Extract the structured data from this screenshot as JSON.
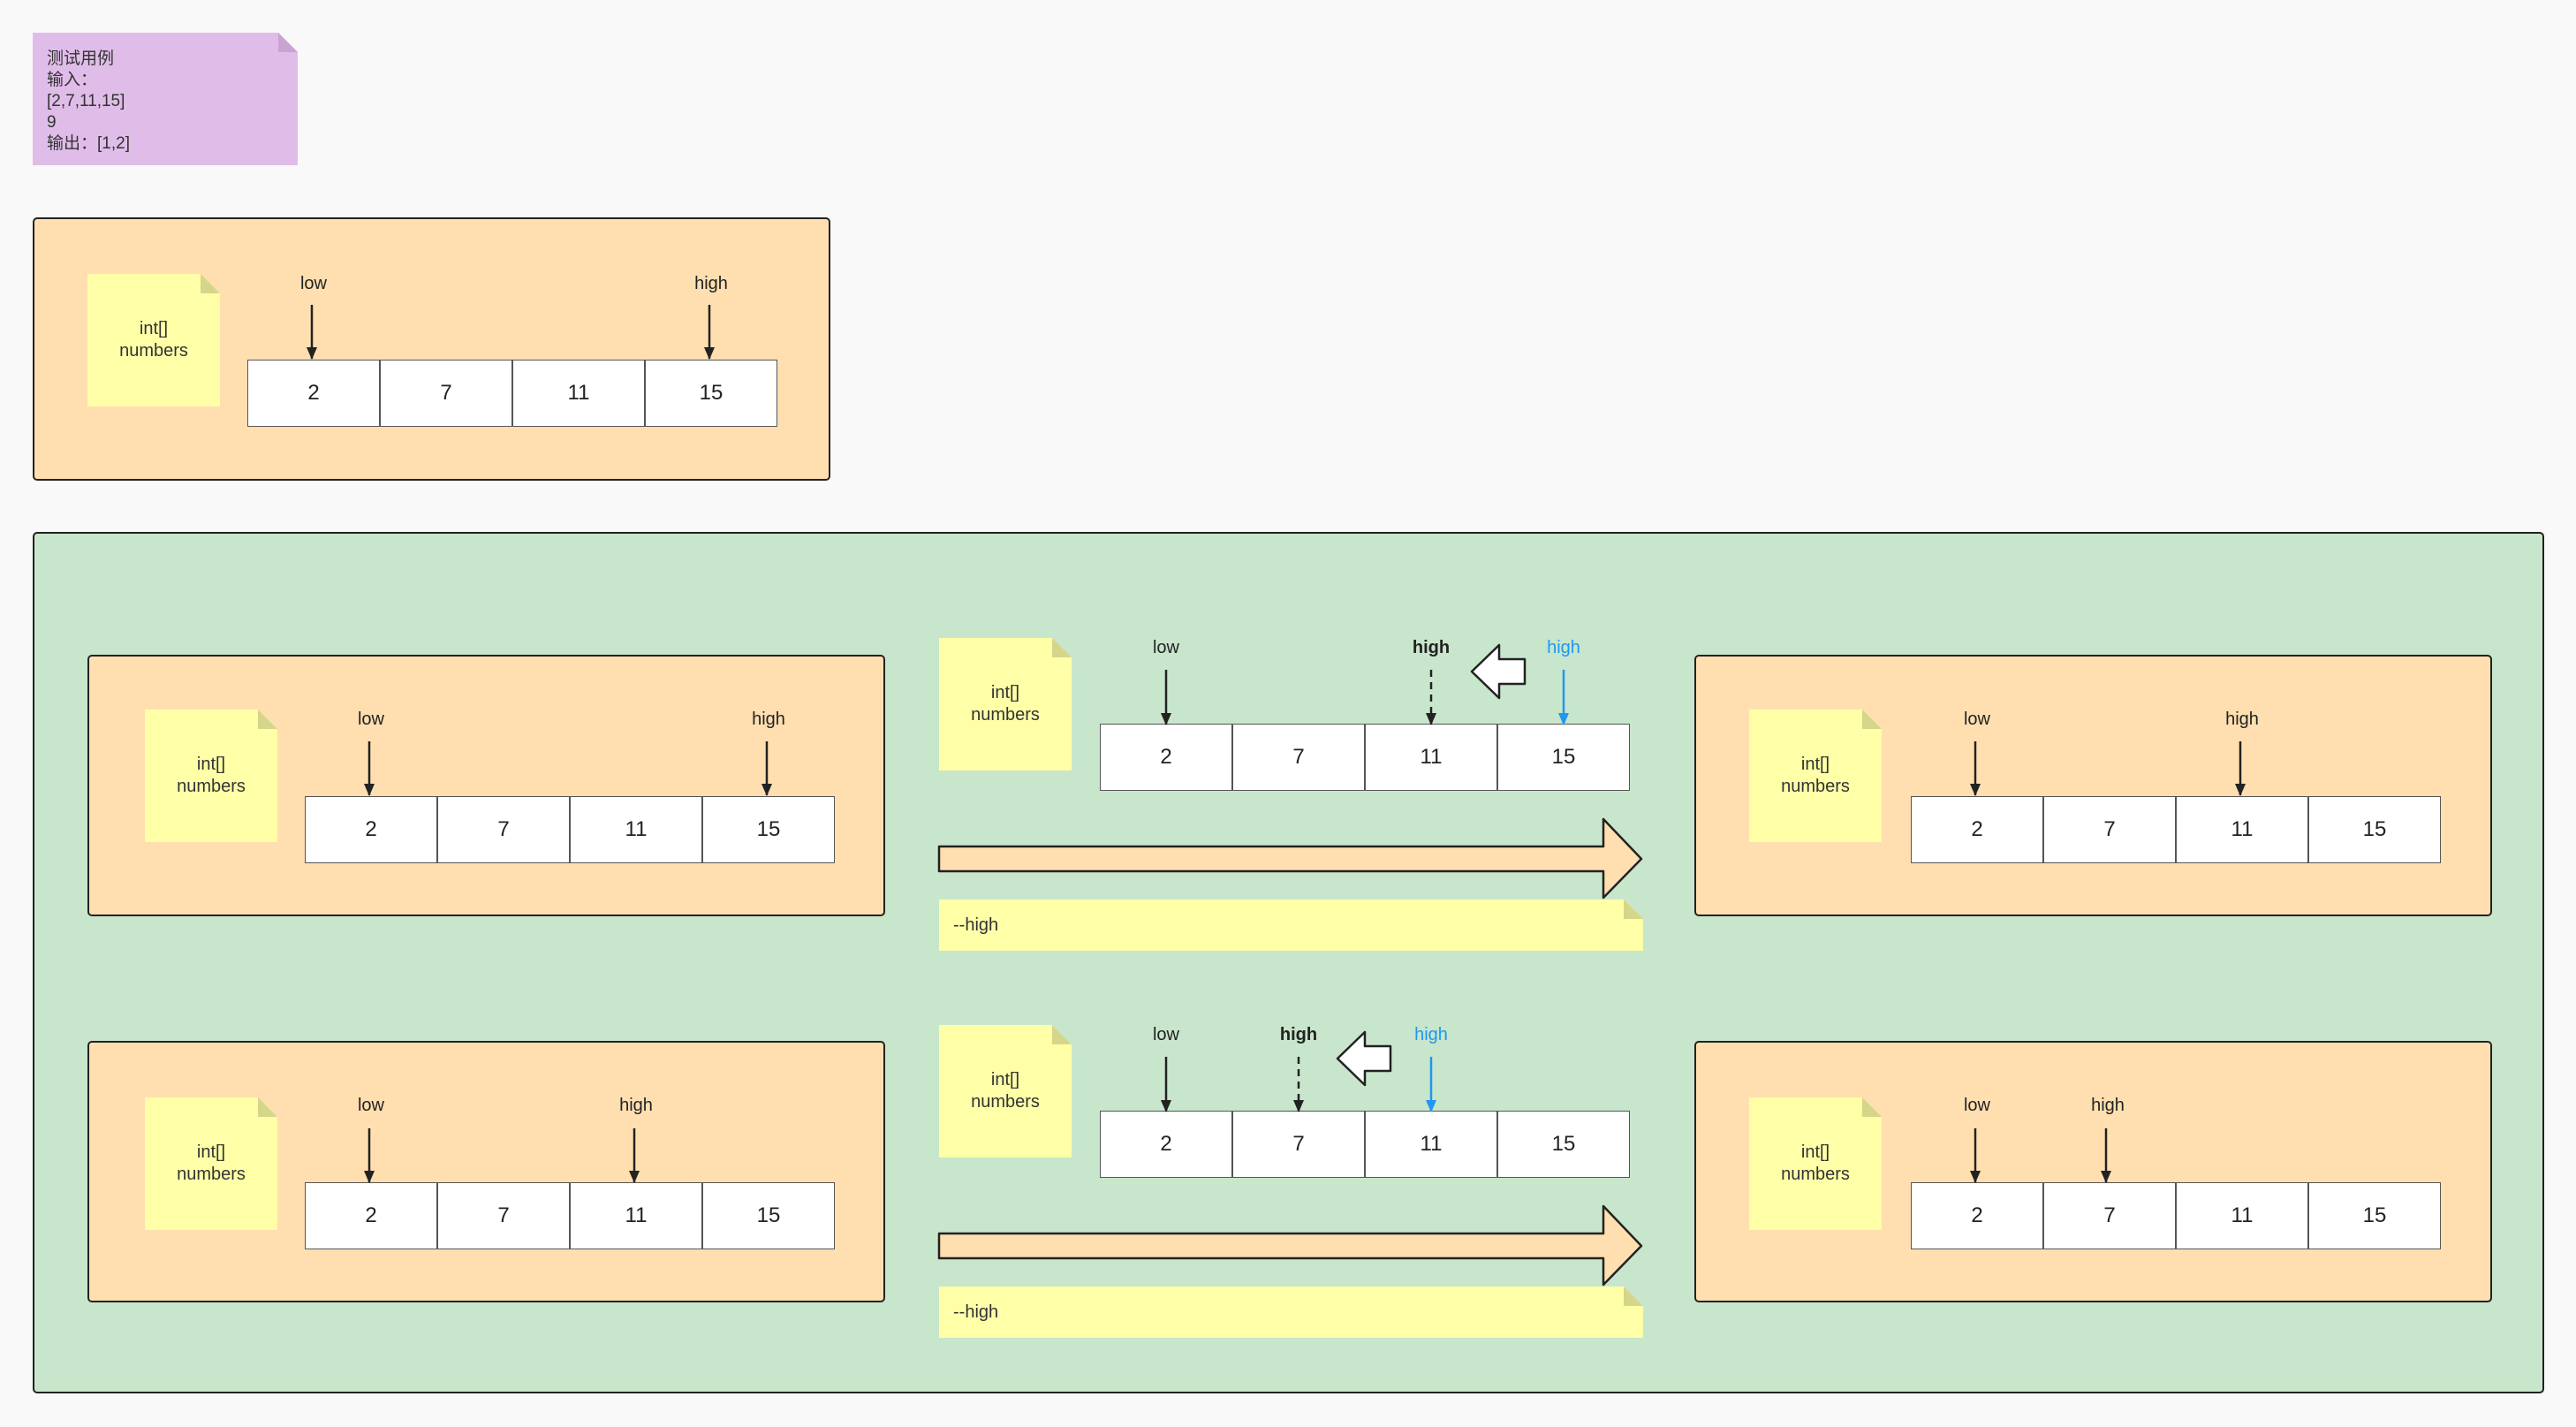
{
  "test_note": {
    "title": "测试用例",
    "input_label": "输入：",
    "input_array": "[2,7,11,15]",
    "input_target": "9",
    "output_line": "输出：[1,2]"
  },
  "array_label": {
    "line1": "int[]",
    "line2": "numbers"
  },
  "cells": [
    "2",
    "7",
    "11",
    "15"
  ],
  "pointers": {
    "low": "low",
    "high": "high"
  },
  "step_note": "--high",
  "colors": {
    "panel": "#ffdfb0",
    "group": "#c8e6cb",
    "sticky_yellow": "#ffffa8",
    "sticky_pink": "#e0bde8",
    "highlight": "#2196f3"
  },
  "icons": [
    "arrow-left-icon",
    "arrow-right-icon",
    "arrow-down-icon"
  ]
}
